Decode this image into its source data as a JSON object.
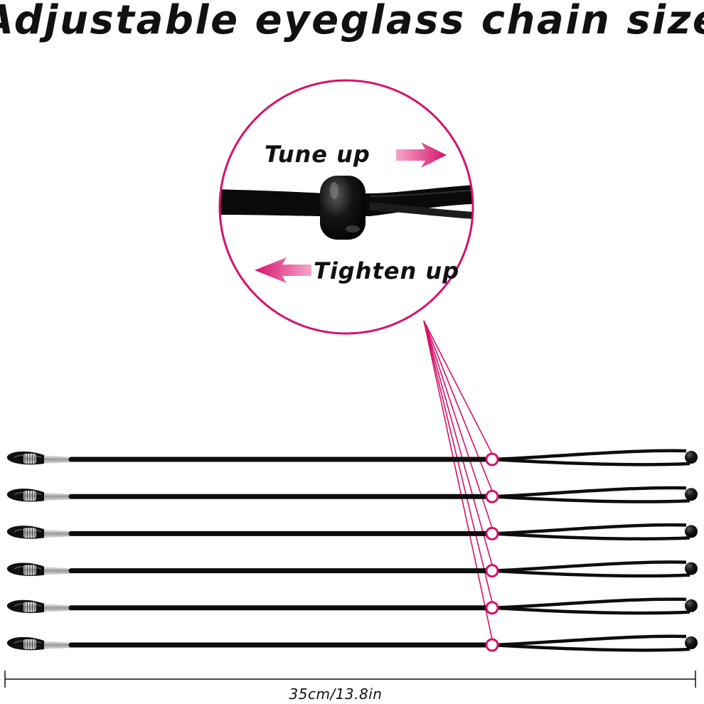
{
  "title": "Adjustable eyeglass chain size",
  "callout": {
    "tune_label": "Tune up",
    "tighten_label": "Tighten up"
  },
  "dimension_label": "35cm/13.8in",
  "chain_count": 6,
  "colors": {
    "accent": "#d5126b",
    "cord": "#0d0d0d",
    "text": "#111111",
    "background": "#ffffff"
  }
}
